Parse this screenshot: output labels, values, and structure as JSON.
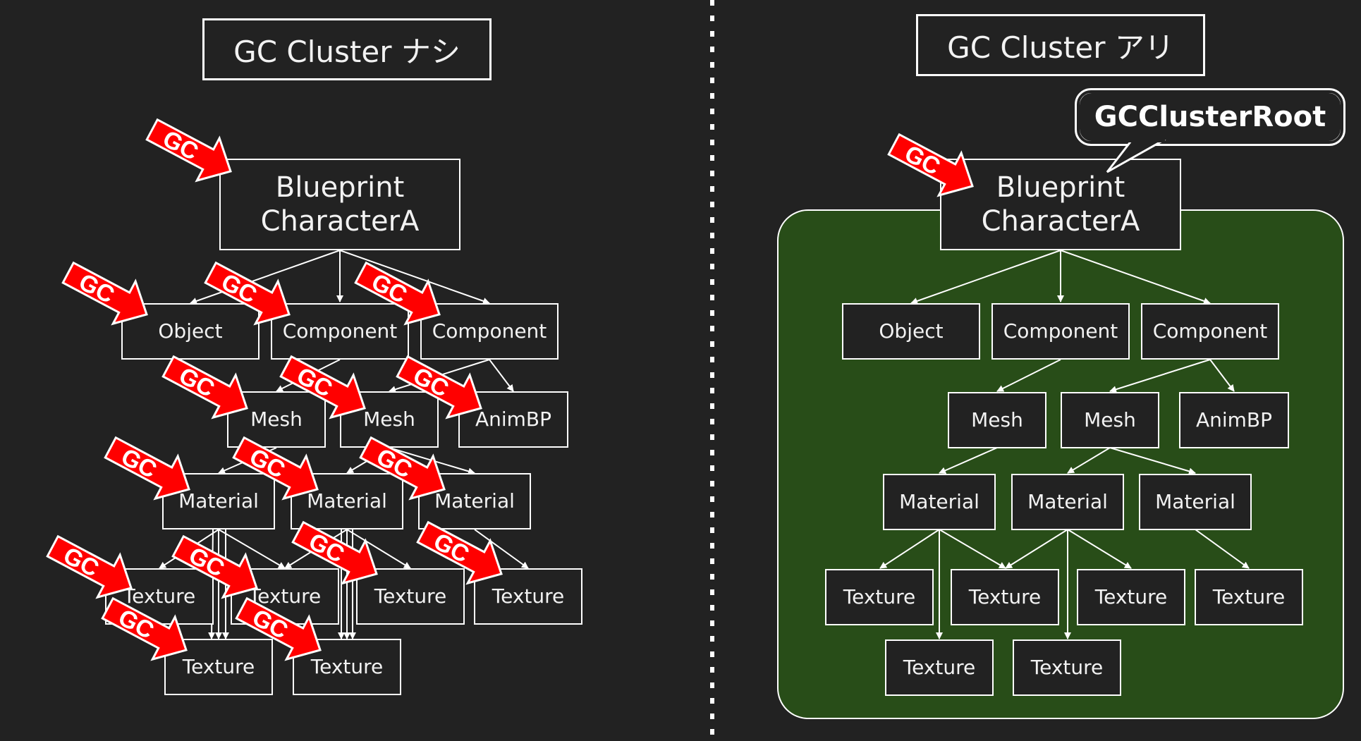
{
  "left_title": "GC Cluster ナシ",
  "right_title": "GC Cluster アリ",
  "callout_label": "GCClusterRoot",
  "gc_label": "GC",
  "colors": {
    "background": "#222222",
    "cluster_fill": "#284d18",
    "gc_red": "#ff0000",
    "line": "#ffffff"
  },
  "left": {
    "root": {
      "line1": "Blueprint",
      "line2": "CharacterA"
    },
    "object": "Object",
    "component1": "Component",
    "component2": "Component",
    "mesh1": "Mesh",
    "mesh2": "Mesh",
    "animbp": "AnimBP",
    "material1": "Material",
    "material2": "Material",
    "material3": "Material",
    "texture1": "Texture",
    "texture2": "Texture",
    "texture3": "Texture",
    "texture4": "Texture",
    "texture5": "Texture",
    "texture6": "Texture"
  },
  "right": {
    "root": {
      "line1": "Blueprint",
      "line2": "CharacterA"
    },
    "object": "Object",
    "component1": "Component",
    "component2": "Component",
    "mesh1": "Mesh",
    "mesh2": "Mesh",
    "animbp": "AnimBP",
    "material1": "Material",
    "material2": "Material",
    "material3": "Material",
    "texture1": "Texture",
    "texture2": "Texture",
    "texture3": "Texture",
    "texture4": "Texture",
    "texture5": "Texture",
    "texture6": "Texture"
  }
}
